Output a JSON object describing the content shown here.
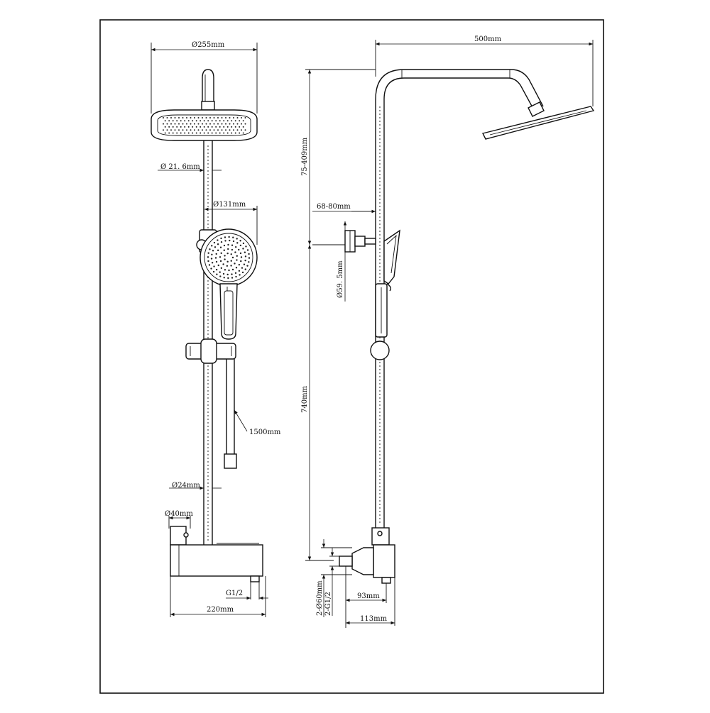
{
  "drawing": {
    "front_view": {
      "overhead_shower_diameter": "Ø255mm",
      "pipe_diameter_upper": "Ø 21. 6mm",
      "hand_shower_diameter": "Ø131mm",
      "hose_length": "1500mm",
      "pipe_diameter_lower": "Ø24mm",
      "knob_diameter": "Ø40mm",
      "inlet_thread": "G1/2",
      "body_width": "220mm"
    },
    "side_view": {
      "arm_length": "500mm",
      "height_adjust_range": "75-409mm",
      "bracket_offset": "68-80mm",
      "bracket_diameter": "Ø59. 5mm",
      "riser_height": "740mm",
      "flange_diameter": "2-Ø60mm",
      "inlet_thread": "2-G1/2",
      "depth_inner": "93mm",
      "depth_outer": "113mm"
    }
  }
}
